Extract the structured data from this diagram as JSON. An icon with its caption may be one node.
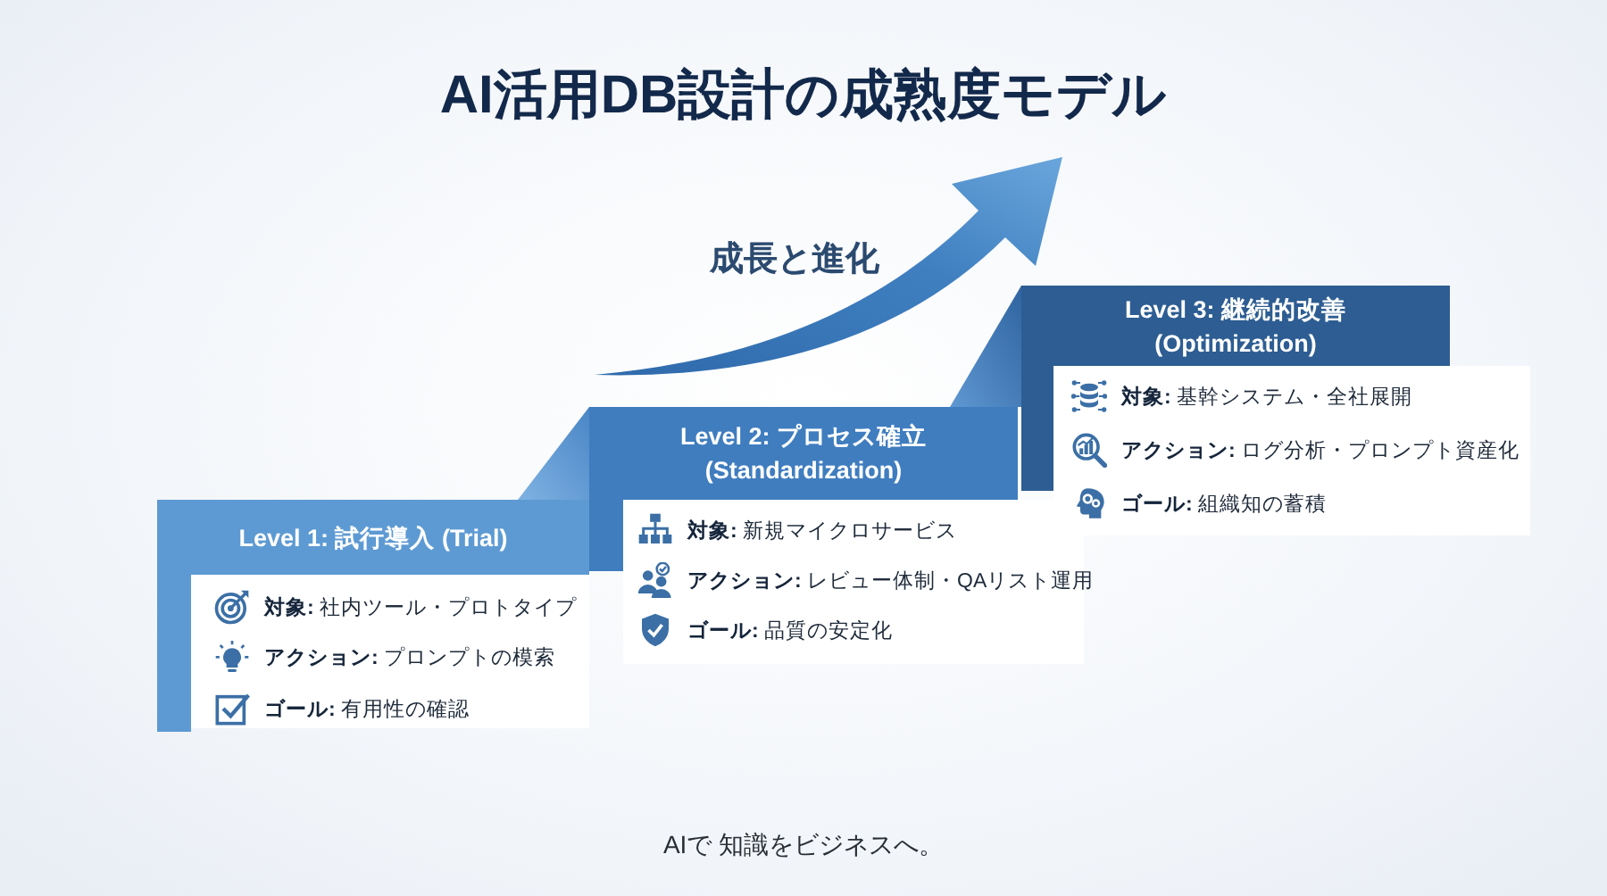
{
  "diagram": {
    "title": "AI活用DB設計の成熟度モデル",
    "nodes": [
      {
        "text": [
          "Level 1: 試行導入 (Trial)",
          "**対象:** 社内ツール・プロトタイプ",
          "**アクション:** プロンプトの模索",
          "**ゴール:** 有用性の確認"
        ]
      },
      {
        "text": [
          "Level 2: プロセス確立 (Standardization)",
          "**対象:** 新規マイクロサービス",
          "**アクション:** レビュー体制・QAリスト運用",
          "**ゴール:** 品質の安定化"
        ]
      },
      {
        "text": [
          "Level 3: 継続的改善 (Optimization)",
          "**対象:** 基幹システム・全社展開",
          "**アクション:** ログ分析・プロンプト資産化",
          "**ゴール:** 組織知の蓄積"
        ]
      }
    ],
    "labels": [
      "成長と進化",
      "AIで 知識をビジネスへ。"
    ]
  }
}
